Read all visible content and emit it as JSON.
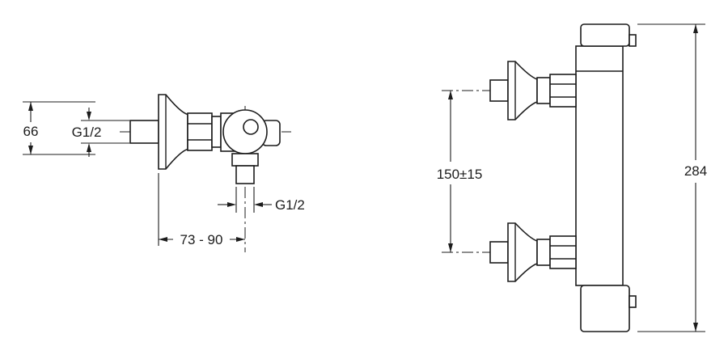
{
  "drawing": {
    "background_color": "#ffffff",
    "line_color": "#1c1c1c",
    "views": {
      "side_view": {
        "label": "shower-mixer-side-view",
        "dimensions": {
          "flange_height": "66",
          "inlet_thread": "G1/2",
          "outlet_thread": "G1/2",
          "wall_distance": "73 - 90"
        }
      },
      "front_view": {
        "label": "shower-mixer-front-view",
        "dimensions": {
          "inlet_spacing": "150±15",
          "overall_height": "284"
        }
      }
    }
  }
}
